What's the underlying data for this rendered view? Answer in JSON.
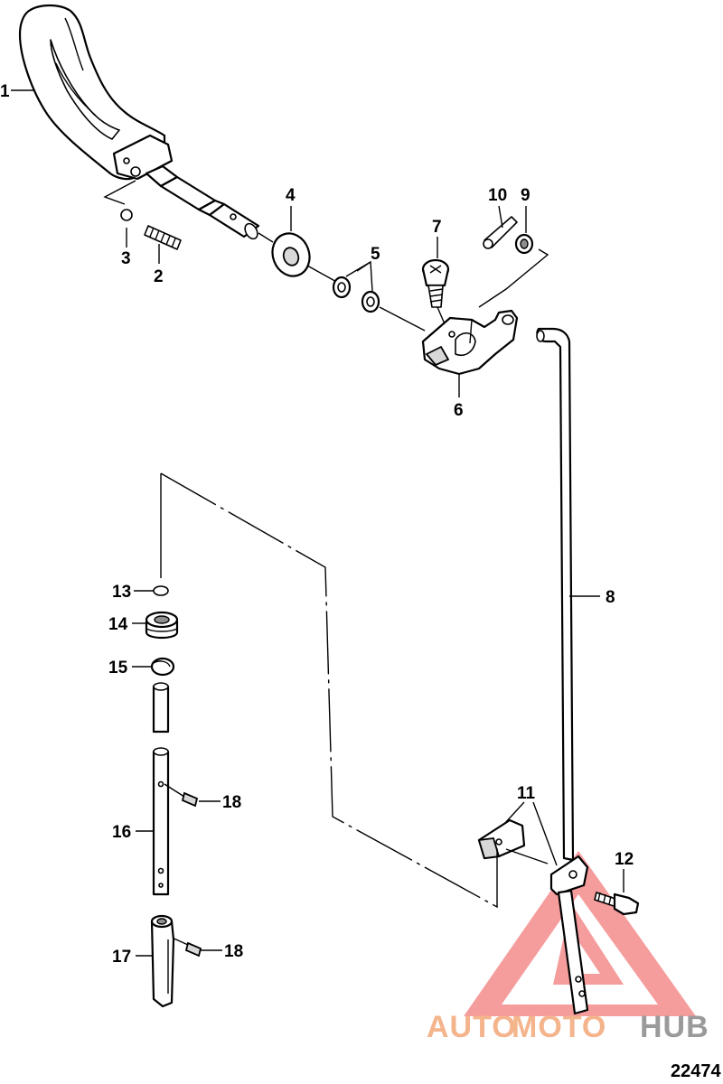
{
  "diagram": {
    "figure_number": "22474",
    "callouts": [
      {
        "id": "c1",
        "label": "1"
      },
      {
        "id": "c2",
        "label": "2"
      },
      {
        "id": "c3",
        "label": "3"
      },
      {
        "id": "c4",
        "label": "4"
      },
      {
        "id": "c5",
        "label": "5"
      },
      {
        "id": "c6",
        "label": "6"
      },
      {
        "id": "c7",
        "label": "7"
      },
      {
        "id": "c8",
        "label": "8"
      },
      {
        "id": "c9",
        "label": "9"
      },
      {
        "id": "c10",
        "label": "10"
      },
      {
        "id": "c11",
        "label": "11"
      },
      {
        "id": "c12",
        "label": "12"
      },
      {
        "id": "c13",
        "label": "13"
      },
      {
        "id": "c14",
        "label": "14"
      },
      {
        "id": "c15",
        "label": "15"
      },
      {
        "id": "c16",
        "label": "16"
      },
      {
        "id": "c17",
        "label": "17"
      },
      {
        "id": "c18a",
        "label": "18"
      },
      {
        "id": "c18b",
        "label": "18"
      }
    ]
  },
  "watermark": {
    "part1": "AUTO",
    "part2": "MOTO",
    "part3": "HUB",
    "colors": {
      "auto": "#f4b48c",
      "moto": "#f4b48c",
      "hub": "#9a9a9a",
      "triangle": "#f27b7b"
    }
  }
}
